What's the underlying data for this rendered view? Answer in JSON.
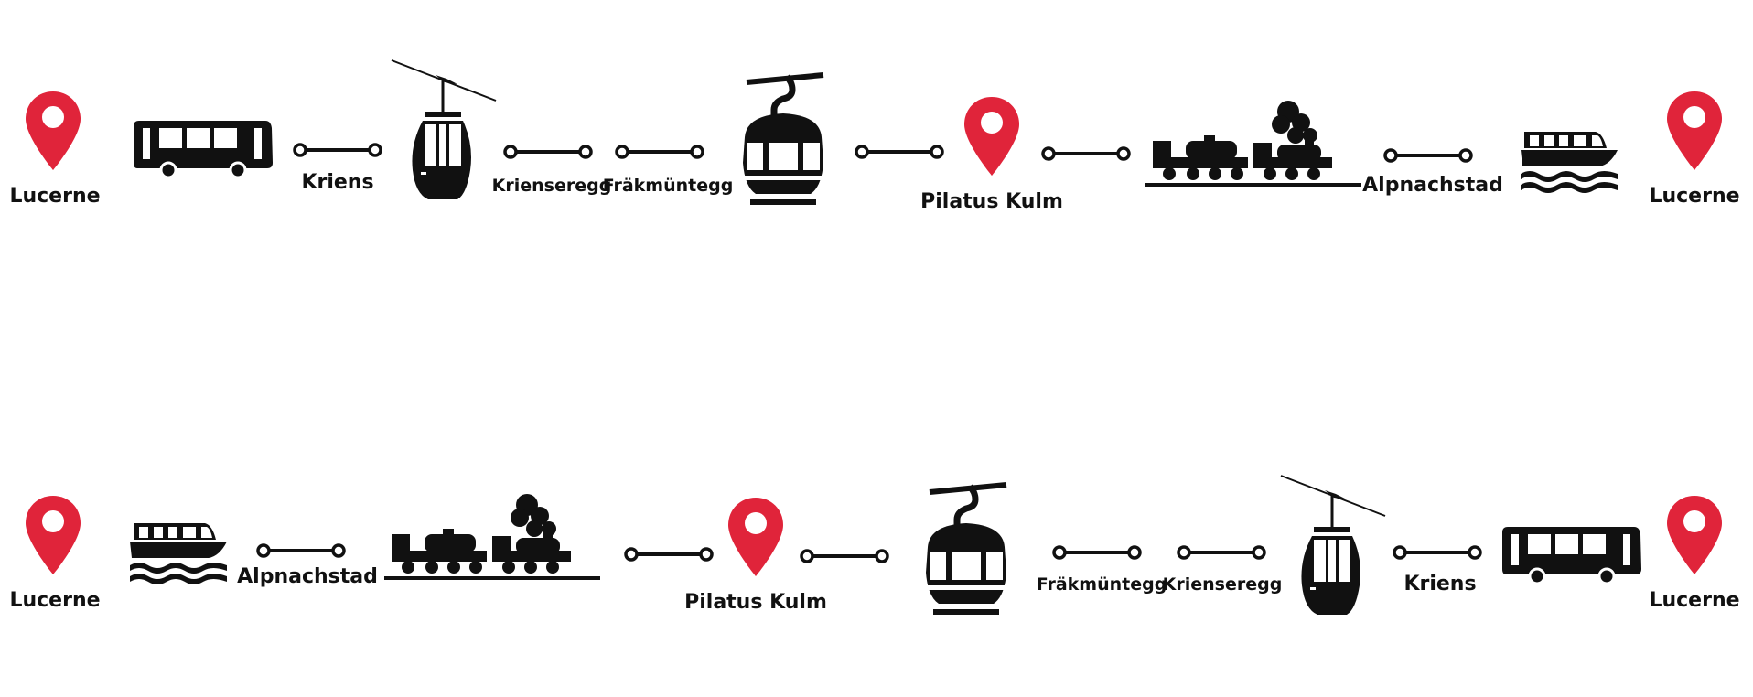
{
  "colors": {
    "pin": "#e0243a",
    "icon": "#111111",
    "background": "#ffffff"
  },
  "routes": [
    {
      "direction": "outbound",
      "stops": {
        "start": "Lucerne",
        "kriens": "Kriens",
        "krienseregg": "Krienseregg",
        "frakmuntegg": "Fräkmüntegg",
        "pilatus": "Pilatus Kulm",
        "alpnachstad": "Alpnachstad",
        "end": "Lucerne"
      },
      "legs": [
        {
          "from": "Lucerne",
          "to": "Kriens",
          "mode": "bus-icon"
        },
        {
          "from": "Kriens",
          "to": "Krienseregg",
          "mode": "gondola-small-icon"
        },
        {
          "from": "Fräkmüntegg",
          "to": "Pilatus Kulm",
          "mode": "aerial-cableway-icon"
        },
        {
          "from": "Pilatus Kulm",
          "to": "Alpnachstad",
          "mode": "cogwheel-train-icon"
        },
        {
          "from": "Alpnachstad",
          "to": "Lucerne",
          "mode": "boat-icon"
        }
      ]
    },
    {
      "direction": "return",
      "stops": {
        "start": "Lucerne",
        "alpnachstad": "Alpnachstad",
        "pilatus": "Pilatus Kulm",
        "frakmuntegg": "Fräkmüntegg",
        "krienseregg": "Krienseregg",
        "kriens": "Kriens",
        "end": "Lucerne"
      },
      "legs": [
        {
          "from": "Lucerne",
          "to": "Alpnachstad",
          "mode": "boat-icon"
        },
        {
          "from": "Alpnachstad",
          "to": "Pilatus Kulm",
          "mode": "cogwheel-train-icon"
        },
        {
          "from": "Pilatus Kulm",
          "to": "Fräkmüntegg",
          "mode": "aerial-cableway-icon"
        },
        {
          "from": "Krienseregg",
          "to": "Kriens",
          "mode": "gondola-small-icon"
        },
        {
          "from": "Kriens",
          "to": "Lucerne",
          "mode": "bus-icon"
        }
      ]
    }
  ]
}
